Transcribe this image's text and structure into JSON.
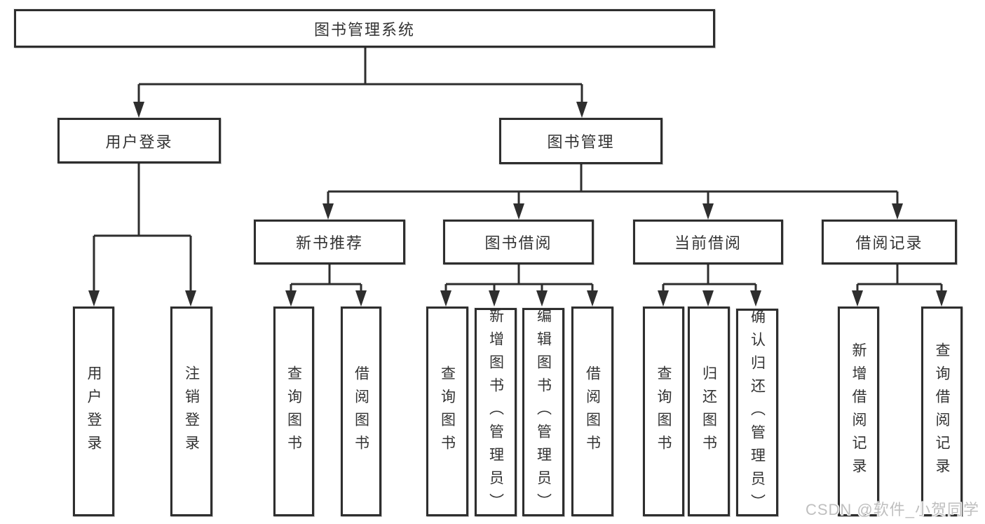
{
  "colors": {
    "line": "#2e2e2e",
    "text": "#333333",
    "watermark": "#bfbfbf"
  },
  "tree": {
    "root": "图书管理系统",
    "children": [
      {
        "label": "用户登录",
        "children": [
          {
            "label": "用户登录"
          },
          {
            "label": "注销登录"
          }
        ]
      },
      {
        "label": "图书管理",
        "children": [
          {
            "label": "新书推荐",
            "children": [
              {
                "label": "查询图书"
              },
              {
                "label": "借阅图书"
              }
            ]
          },
          {
            "label": "图书借阅",
            "children": [
              {
                "label": "查询图书"
              },
              {
                "label": "新增图书（管理员）"
              },
              {
                "label": "编辑图书（管理员）"
              },
              {
                "label": "借阅图书"
              }
            ]
          },
          {
            "label": "当前借阅",
            "children": [
              {
                "label": "查询图书"
              },
              {
                "label": "归还图书"
              },
              {
                "label": "确认归还（管理员）"
              }
            ]
          },
          {
            "label": "借阅记录",
            "children": [
              {
                "label": "新增借阅记录"
              },
              {
                "label": "查询借阅记录"
              }
            ]
          }
        ]
      }
    ]
  },
  "watermark": {
    "text": "CSDN @软件_小贺同学"
  }
}
